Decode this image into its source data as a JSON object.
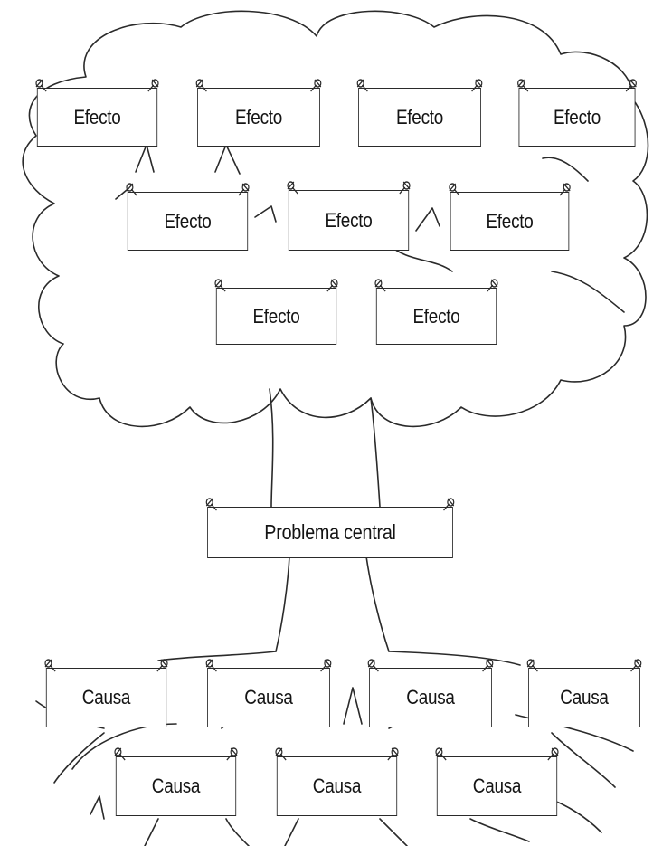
{
  "diagram": {
    "effects": [
      "Efecto",
      "Efecto",
      "Efecto",
      "Efecto",
      "Efecto",
      "Efecto",
      "Efecto",
      "Efecto",
      "Efecto"
    ],
    "central_problem": "Problema central",
    "causes": [
      "Causa",
      "Causa",
      "Causa",
      "Causa",
      "Causa",
      "Causa",
      "Causa"
    ]
  },
  "colors": {
    "line": "#2a2a2a",
    "background": "#ffffff",
    "text": "#141414"
  },
  "icons": {
    "pin": "pushpin-icon"
  }
}
